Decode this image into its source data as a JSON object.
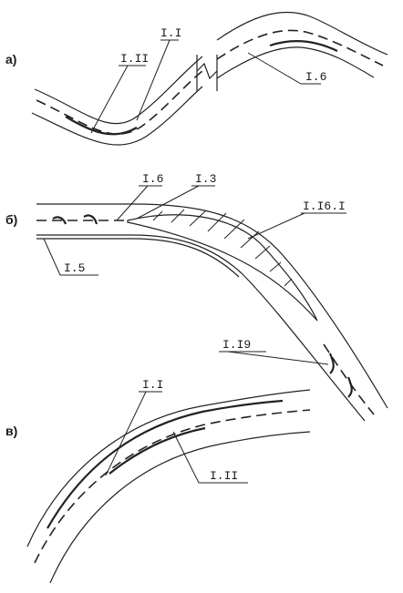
{
  "panels": {
    "a": {
      "letter": "а)",
      "labels": {
        "edge_line": "I.I",
        "center_line": "I.II",
        "lane_line": "I.6"
      }
    },
    "b": {
      "letter": "б)",
      "labels": {
        "lane_line": "I.6",
        "island_edge": "I.3",
        "island": "I.I6.I",
        "left_line": "I.5",
        "arrow": "I.I9"
      }
    },
    "c": {
      "letter": "в)",
      "labels": {
        "edge_line": "I.I",
        "center_line": "I.II"
      }
    }
  }
}
